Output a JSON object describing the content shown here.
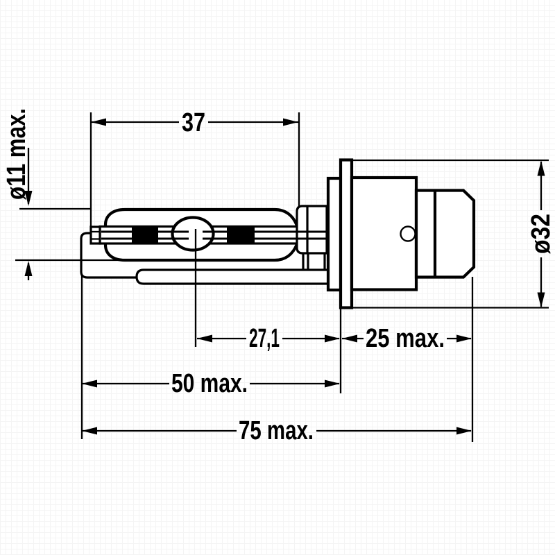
{
  "drawing": {
    "type": "technical-dimension-drawing",
    "subject": "xenon-discharge-bulb-side-view",
    "colors": {
      "ink": "#000000",
      "background": "#ffffff",
      "grid": "#f4f4f4"
    }
  },
  "labels": {
    "bulb_diameter": "ø11 max.",
    "tube_length": "37",
    "arc_center_to_flange": "27,1",
    "base_length": "25 max.",
    "front_to_flange_length": "50 max.",
    "overall_length": "75 max.",
    "base_diameter": "ø32"
  }
}
